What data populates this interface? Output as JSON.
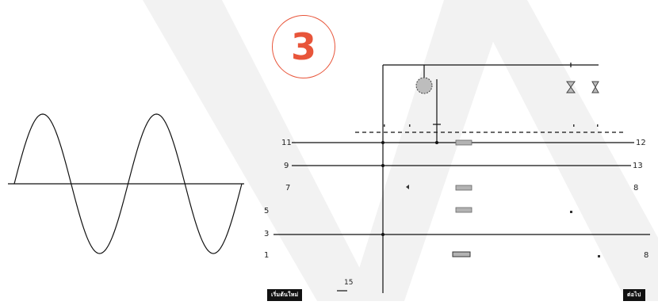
{
  "step_badge": "3",
  "left_pins": [
    "11",
    "9",
    "7",
    "5",
    "3",
    "1"
  ],
  "right_pins": [
    "12",
    "13",
    "8",
    "",
    "",
    "8"
  ],
  "ground_label": "15",
  "tag_left": "เริ่มต้นใหม่",
  "tag_right": "ต่อไป",
  "colors": {
    "badge": "#e8553a",
    "line": "#111111",
    "watermark": "#f0f0f0",
    "component": "#b3b3b3"
  }
}
